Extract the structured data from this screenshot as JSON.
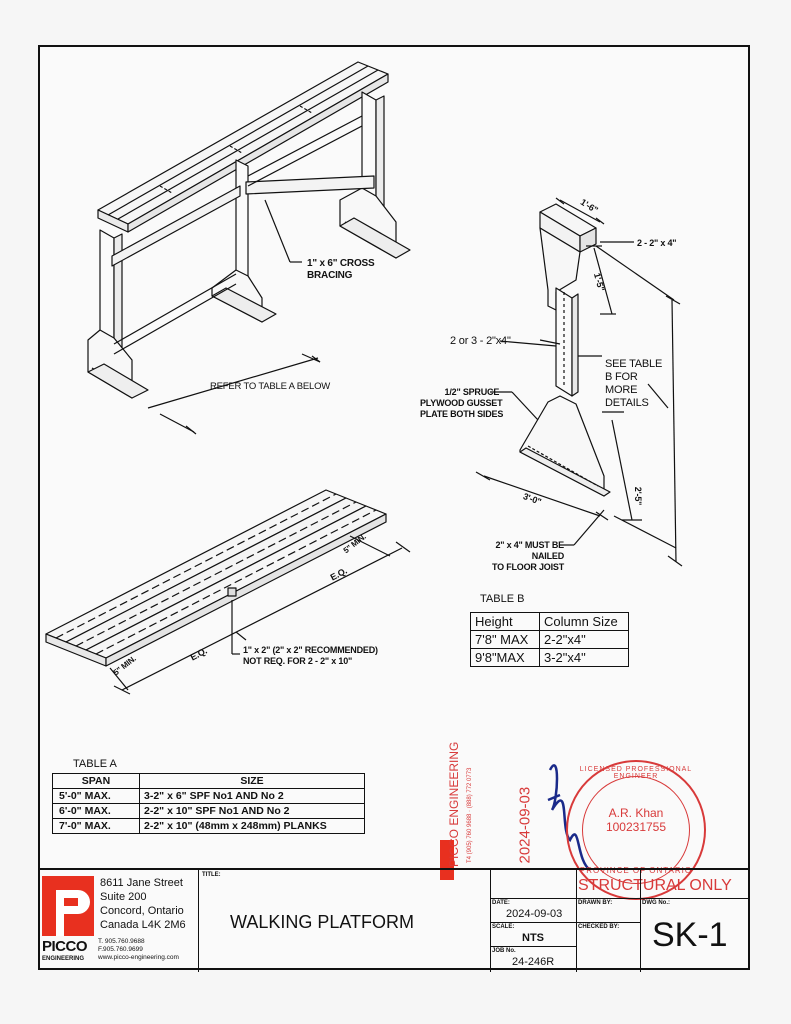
{
  "notes": {
    "cross_bracing": "1\" x 6\" CROSS BRACING",
    "refer_table_a": "REFER TO TABLE A BELOW",
    "dim_1_6": "1'-6\"",
    "dim_2_2x4": "2 - 2\" x 4\"",
    "dim_1_5": "1'-5\"",
    "column_2or3": "2 or 3 - 2\"x4\"",
    "see_table_b": "SEE TABLE B FOR MORE DETAILS",
    "gusset_line1": "1/2\" SPRUCE",
    "gusset_line2": "PLYWOOD GUSSET",
    "gusset_line3": "PLATE BOTH SIDES",
    "dim_3_0": "3'-0\"",
    "dim_2_5": "2'-5\"",
    "nailed_line1": "2\" x 4\" MUST BE NAILED",
    "nailed_line2": "TO FLOOR JOIST",
    "dim_5_min": "5\" MIN.",
    "eq": "E.Q.",
    "plank_line1": "1\" x 2\" (2\" x 2\" RECOMMENDED)",
    "plank_line2": "NOT REQ. FOR 2 - 2\" x 10\""
  },
  "table_b": {
    "title": "TABLE B",
    "headers": [
      "Height",
      "Column Size"
    ],
    "rows": [
      [
        "7'8\" MAX",
        "2-2\"x4\""
      ],
      [
        "9'8\"MAX",
        "3-2\"x4\""
      ]
    ]
  },
  "table_a": {
    "title": "TABLE A",
    "headers": [
      "SPAN",
      "SIZE"
    ],
    "rows": [
      [
        "5'-0\" MAX.",
        "3-2\" x 6\" SPF No1 AND No 2"
      ],
      [
        "6'-0\" MAX.",
        "2-2\" x 10\" SPF No1 AND No 2"
      ],
      [
        "7'-0\" MAX.",
        "2-2\" x 10\" (48mm x 248mm) PLANKS"
      ]
    ]
  },
  "stamp": {
    "vertical_company": "PICCO ENGINEERING",
    "vertical_contact": "T4 (905) 760 9688 · (888) 772 0773",
    "date": "2024-09-03",
    "seal_top": "LICENSED PROFESSIONAL ENGINEER",
    "seal_name": "A.R. Khan",
    "seal_number": "100231755",
    "seal_bottom": "PROVINCE OF ONTARIO",
    "structural_only": "STRUCTURAL ONLY"
  },
  "company": {
    "address1": "8611 Jane Street",
    "address2": "Suite 200",
    "address3": "Concord, Ontario",
    "address4": "Canada L4K 2M6",
    "phone": "T. 905.760.9688",
    "fax": "F.905.760.9699",
    "web": "www.picco-engineering.com",
    "logo_word1": "PICCO",
    "logo_word2": "ENGINEERING"
  },
  "title_block": {
    "title_label": "TITLE:",
    "title": "WALKING PLATFORM",
    "date_label": "DATE:",
    "date": "2024-09-03",
    "scale_label": "SCALE:",
    "scale": "NTS",
    "job_label": "JOB No.",
    "job": "24-246R",
    "drawn_label": "DRAWN BY:",
    "checked_label": "CHECKED BY:",
    "dwg_label": "DWG No.:",
    "dwg": "SK-1"
  },
  "colors": {
    "brand_red": "#e8301f",
    "stamp_red": "#d83a3a",
    "ink_blue": "#1a2a8a"
  }
}
